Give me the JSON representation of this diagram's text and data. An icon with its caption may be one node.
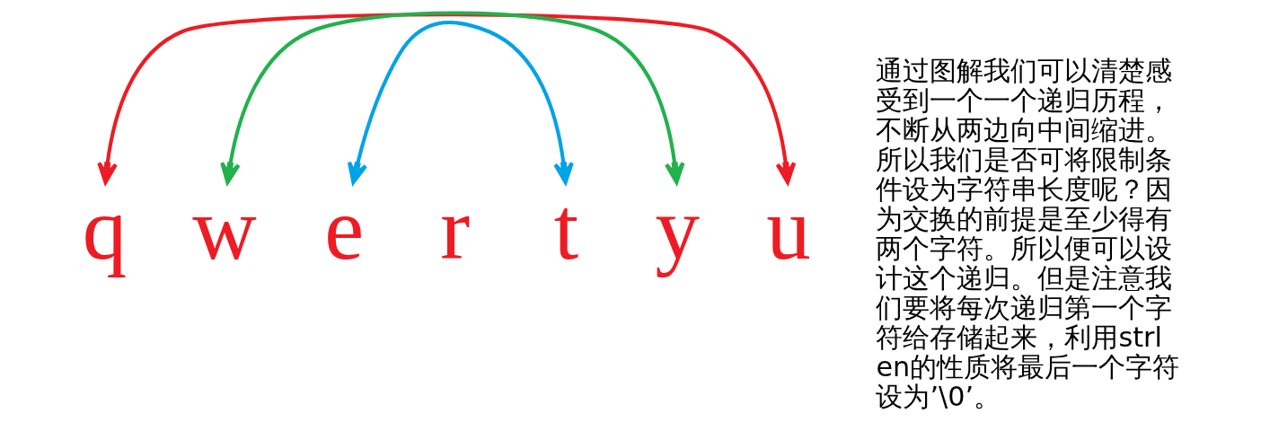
{
  "diagram": {
    "nodes": [
      {
        "text": [
          "q"
        ]
      },
      {
        "text": [
          "w"
        ]
      },
      {
        "text": [
          "e"
        ]
      },
      {
        "text": [
          "r"
        ]
      },
      {
        "text": [
          "t"
        ]
      },
      {
        "text": [
          "y"
        ]
      },
      {
        "text": [
          "u"
        ]
      }
    ],
    "edges": [
      {
        "from": 1,
        "to": 5,
        "arrow": "both",
        "color": "#22b14c"
      },
      {
        "from": 2,
        "to": 4,
        "arrow": "both",
        "color": "#00a2e8"
      },
      {
        "from": 0,
        "to": 6,
        "arrow": "both",
        "color": "#ed1c24"
      }
    ],
    "labels": [
      "通过图解我们可以清楚感受到一个一个递归历程，不断从两边向中间缩进。所以我们是否可将限制条件设为字符串长度呢？因为交换的前提是至少得有两个字符。所以便可以设计这个递归。但是注意我们要将每次递归第一个字符给存储起来，利用strlen的性质将最后一个字符设为’\\0’。"
    ]
  }
}
